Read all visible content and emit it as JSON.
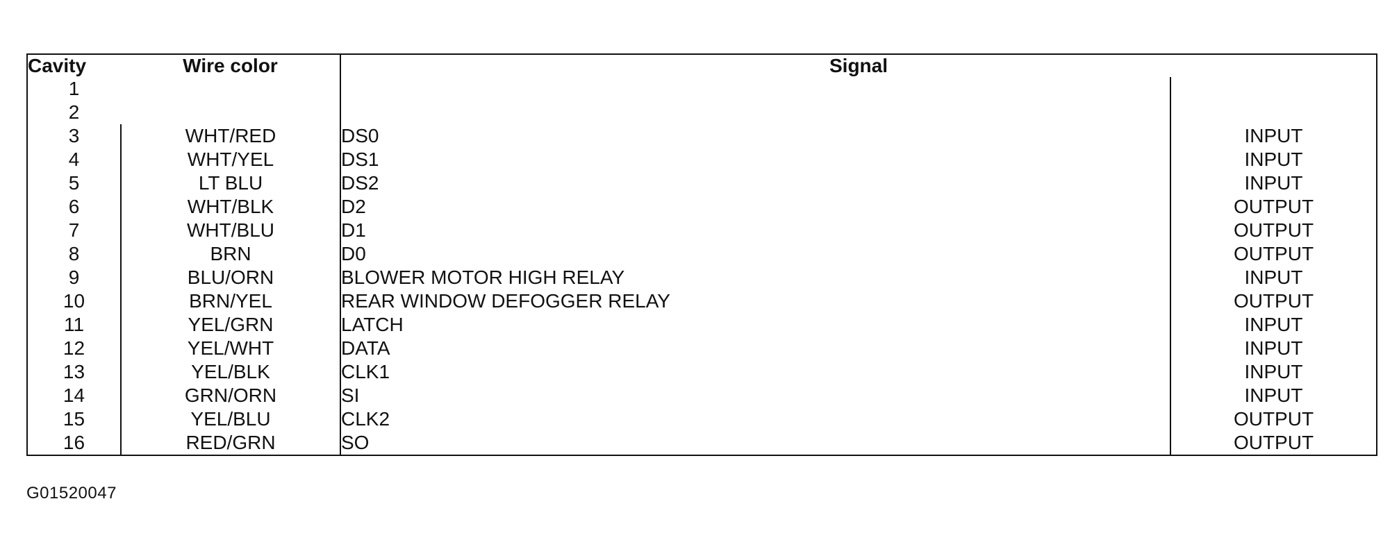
{
  "table": {
    "headers": {
      "cavity": "Cavity",
      "wire_color": "Wire color",
      "signal": "Signal",
      "direction": ""
    },
    "rows": [
      {
        "cavity": "1",
        "wire_color": "",
        "signal": "",
        "direction": ""
      },
      {
        "cavity": "2",
        "wire_color": "",
        "signal": "",
        "direction": ""
      },
      {
        "cavity": "3",
        "wire_color": "WHT/RED",
        "signal": "DS0",
        "direction": "INPUT"
      },
      {
        "cavity": "4",
        "wire_color": "WHT/YEL",
        "signal": "DS1",
        "direction": "INPUT"
      },
      {
        "cavity": "5",
        "wire_color": "LT BLU",
        "signal": "DS2",
        "direction": "INPUT"
      },
      {
        "cavity": "6",
        "wire_color": "WHT/BLK",
        "signal": "D2",
        "direction": "OUTPUT"
      },
      {
        "cavity": "7",
        "wire_color": "WHT/BLU",
        "signal": "D1",
        "direction": "OUTPUT"
      },
      {
        "cavity": "8",
        "wire_color": "BRN",
        "signal": "D0",
        "direction": "OUTPUT"
      },
      {
        "cavity": "9",
        "wire_color": "BLU/ORN",
        "signal": "BLOWER MOTOR HIGH RELAY",
        "direction": "INPUT"
      },
      {
        "cavity": "10",
        "wire_color": "BRN/YEL",
        "signal": "REAR WINDOW DEFOGGER RELAY",
        "direction": "OUTPUT"
      },
      {
        "cavity": "11",
        "wire_color": "YEL/GRN",
        "signal": "LATCH",
        "direction": "INPUT"
      },
      {
        "cavity": "12",
        "wire_color": "YEL/WHT",
        "signal": "DATA",
        "direction": "INPUT"
      },
      {
        "cavity": "13",
        "wire_color": "YEL/BLK",
        "signal": "CLK1",
        "direction": "INPUT"
      },
      {
        "cavity": "14",
        "wire_color": "GRN/ORN",
        "signal": "SI",
        "direction": "INPUT"
      },
      {
        "cavity": "15",
        "wire_color": "YEL/BLU",
        "signal": "CLK2",
        "direction": "OUTPUT"
      },
      {
        "cavity": "16",
        "wire_color": "RED/GRN",
        "signal": "SO",
        "direction": "OUTPUT"
      }
    ]
  },
  "figure_id": "G01520047"
}
